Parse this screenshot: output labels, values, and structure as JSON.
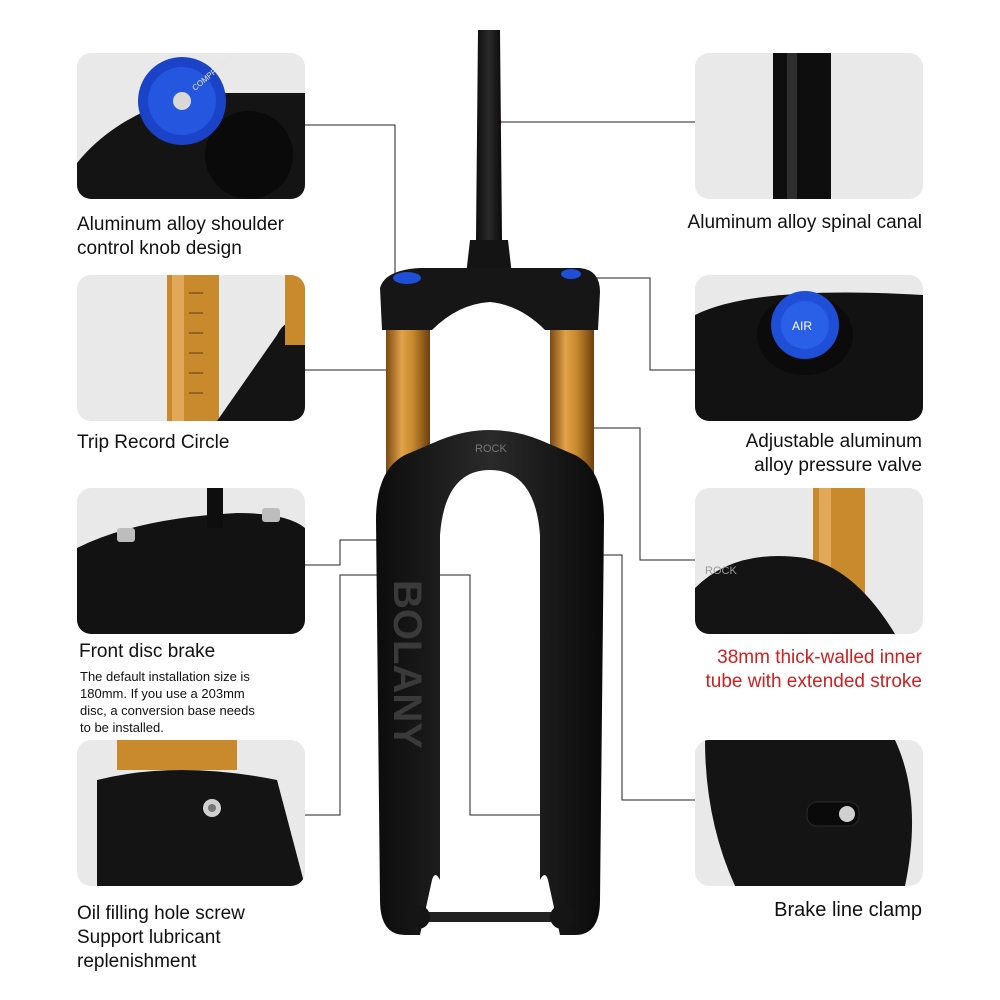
{
  "left_features": [
    {
      "lines": [
        "Aluminum alloy shoulder",
        "control knob design"
      ],
      "detail_text": "COMPRESSION"
    },
    {
      "lines": [
        "Trip Record Circle"
      ]
    },
    {
      "lines": [
        "Front disc brake"
      ],
      "note_lines": [
        "The default installation size is",
        "180mm. If you use a 203mm",
        "disc, a conversion base needs",
        "to be installed."
      ]
    },
    {
      "lines": [
        "Oil filling hole screw",
        "Support lubricant",
        "replenishment"
      ]
    }
  ],
  "right_features": [
    {
      "lines": [
        "Aluminum alloy spinal canal"
      ]
    },
    {
      "lines": [
        "Adjustable aluminum",
        "alloy pressure valve"
      ],
      "detail_text": "AIR"
    },
    {
      "lines": [
        "38mm thick-walled inner",
        "tube with extended stroke"
      ],
      "detail_text": "ROCK",
      "highlight": true
    },
    {
      "lines": [
        "Brake line clamp"
      ]
    }
  ],
  "fork": {
    "brand_text": "ROCK",
    "leg_text": "BOLANY"
  },
  "colors": {
    "panel_bg": "#e9e9e9",
    "highlight": "#d21e1e",
    "stanchion": "#c98a2e",
    "knob": "#1e4fd6",
    "leader_dot": "#d21e1e"
  }
}
